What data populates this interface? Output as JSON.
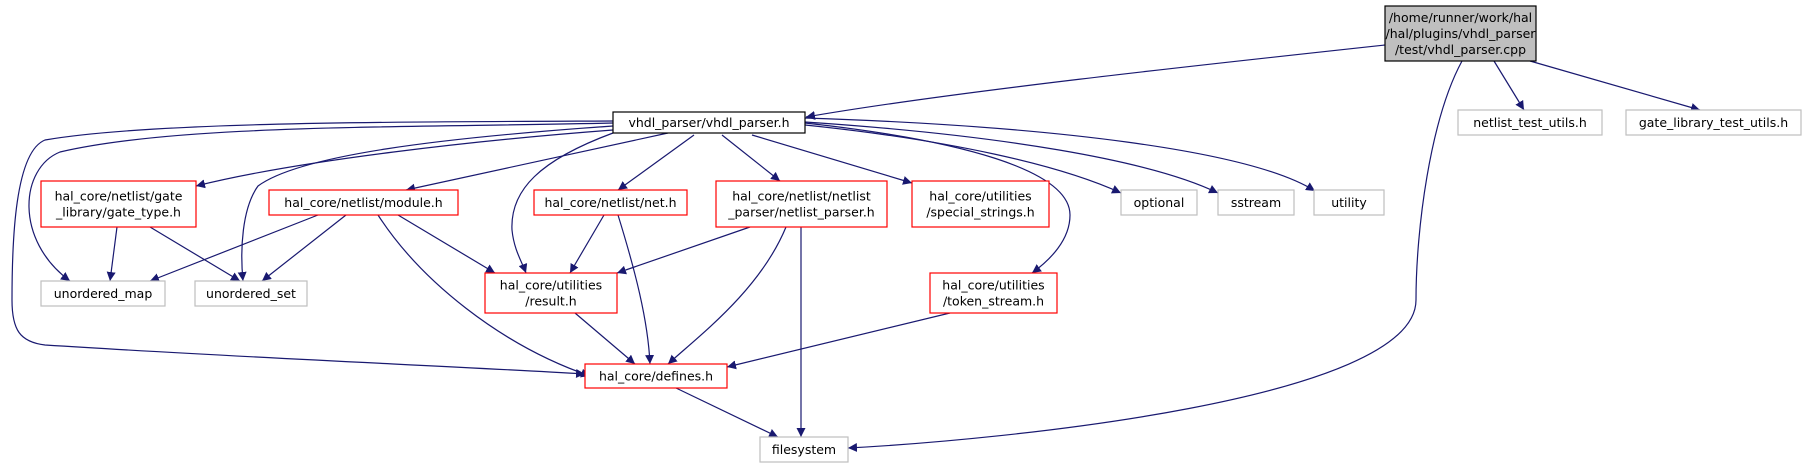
{
  "colors": {
    "edge": "#191970",
    "root_fill": "#bfbfbf",
    "root_border": "#000000",
    "highlight_border": "#000000",
    "documented_border": "#ff0000",
    "external_border": "#bfbfbf",
    "text": "#000000"
  },
  "nodes": [
    {
      "id": "root",
      "kind": "root",
      "lines": [
        "/home/runner/work/hal",
        "/hal/plugins/vhdl_parser",
        "/test/vhdl_parser.cpp"
      ]
    },
    {
      "id": "vhdl_parser_h",
      "kind": "highlight",
      "lines": [
        "vhdl_parser/vhdl_parser.h"
      ]
    },
    {
      "id": "netlist_test_utils",
      "kind": "external",
      "lines": [
        "netlist_test_utils.h"
      ]
    },
    {
      "id": "gate_library_test_utils",
      "kind": "external",
      "lines": [
        "gate_library_test_utils.h"
      ]
    },
    {
      "id": "gate_type_h",
      "kind": "documented",
      "lines": [
        "hal_core/netlist/gate",
        "_library/gate_type.h"
      ]
    },
    {
      "id": "module_h",
      "kind": "documented",
      "lines": [
        "hal_core/netlist/module.h"
      ]
    },
    {
      "id": "net_h",
      "kind": "documented",
      "lines": [
        "hal_core/netlist/net.h"
      ]
    },
    {
      "id": "netlist_parser_h",
      "kind": "documented",
      "lines": [
        "hal_core/netlist/netlist",
        "_parser/netlist_parser.h"
      ]
    },
    {
      "id": "special_strings_h",
      "kind": "documented",
      "lines": [
        "hal_core/utilities",
        "/special_strings.h"
      ]
    },
    {
      "id": "optional",
      "kind": "external",
      "lines": [
        "optional"
      ]
    },
    {
      "id": "sstream",
      "kind": "external",
      "lines": [
        "sstream"
      ]
    },
    {
      "id": "utility",
      "kind": "external",
      "lines": [
        "utility"
      ]
    },
    {
      "id": "unordered_map",
      "kind": "external",
      "lines": [
        "unordered_map"
      ]
    },
    {
      "id": "unordered_set",
      "kind": "external",
      "lines": [
        "unordered_set"
      ]
    },
    {
      "id": "result_h",
      "kind": "documented",
      "lines": [
        "hal_core/utilities",
        "/result.h"
      ]
    },
    {
      "id": "token_stream_h",
      "kind": "documented",
      "lines": [
        "hal_core/utilities",
        "/token_stream.h"
      ]
    },
    {
      "id": "defines_h",
      "kind": "documented",
      "lines": [
        "hal_core/defines.h"
      ]
    },
    {
      "id": "filesystem",
      "kind": "external",
      "lines": [
        "filesystem"
      ]
    }
  ],
  "edges": [
    {
      "from": "root",
      "to": "vhdl_parser_h"
    },
    {
      "from": "root",
      "to": "netlist_test_utils"
    },
    {
      "from": "root",
      "to": "gate_library_test_utils"
    },
    {
      "from": "root",
      "to": "filesystem"
    },
    {
      "from": "vhdl_parser_h",
      "to": "gate_type_h"
    },
    {
      "from": "vhdl_parser_h",
      "to": "module_h"
    },
    {
      "from": "vhdl_parser_h",
      "to": "net_h"
    },
    {
      "from": "vhdl_parser_h",
      "to": "netlist_parser_h"
    },
    {
      "from": "vhdl_parser_h",
      "to": "special_strings_h"
    },
    {
      "from": "vhdl_parser_h",
      "to": "optional"
    },
    {
      "from": "vhdl_parser_h",
      "to": "sstream"
    },
    {
      "from": "vhdl_parser_h",
      "to": "utility"
    },
    {
      "from": "vhdl_parser_h",
      "to": "unordered_map"
    },
    {
      "from": "vhdl_parser_h",
      "to": "unordered_set"
    },
    {
      "from": "vhdl_parser_h",
      "to": "result_h"
    },
    {
      "from": "vhdl_parser_h",
      "to": "token_stream_h"
    },
    {
      "from": "vhdl_parser_h",
      "to": "defines_h"
    },
    {
      "from": "gate_type_h",
      "to": "unordered_map"
    },
    {
      "from": "gate_type_h",
      "to": "unordered_set"
    },
    {
      "from": "module_h",
      "to": "unordered_map"
    },
    {
      "from": "module_h",
      "to": "unordered_set"
    },
    {
      "from": "module_h",
      "to": "result_h"
    },
    {
      "from": "module_h",
      "to": "defines_h"
    },
    {
      "from": "net_h",
      "to": "result_h"
    },
    {
      "from": "net_h",
      "to": "defines_h"
    },
    {
      "from": "netlist_parser_h",
      "to": "result_h"
    },
    {
      "from": "netlist_parser_h",
      "to": "defines_h"
    },
    {
      "from": "netlist_parser_h",
      "to": "filesystem"
    },
    {
      "from": "result_h",
      "to": "defines_h"
    },
    {
      "from": "token_stream_h",
      "to": "defines_h"
    },
    {
      "from": "defines_h",
      "to": "filesystem"
    }
  ]
}
